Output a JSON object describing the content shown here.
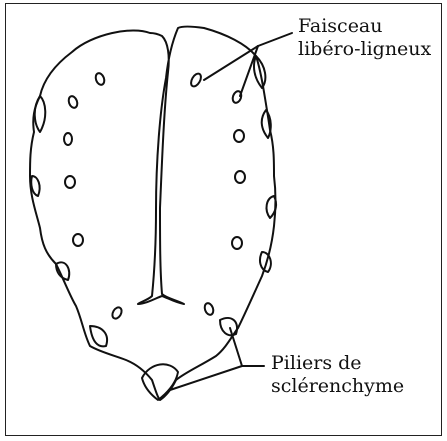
{
  "labels": {
    "bundle": {
      "line1": "Faisceau",
      "line2": "libéro-ligneux"
    },
    "pillars": {
      "line1": "Piliers de",
      "line2": "sclérenchyme"
    }
  },
  "colors": {
    "ink": "#111111",
    "background": "#ffffff"
  }
}
